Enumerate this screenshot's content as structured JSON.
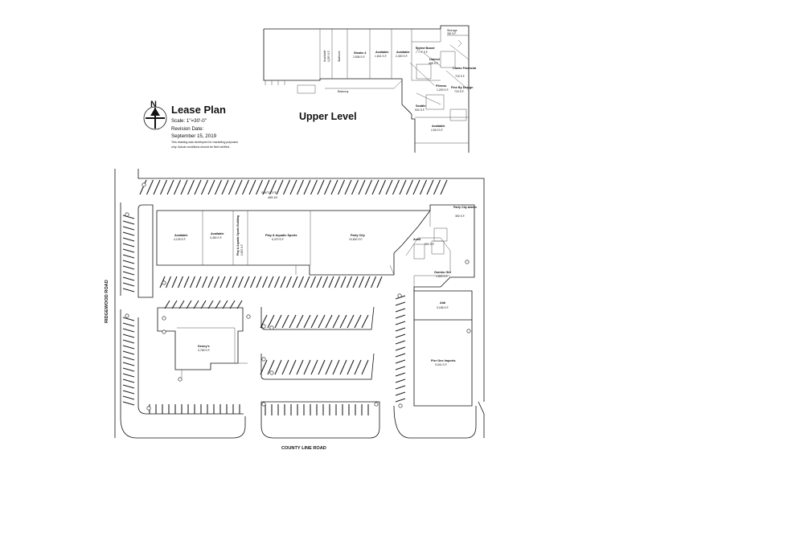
{
  "legend": {
    "north": "N",
    "title": "Lease Plan",
    "scale": "Scale: 1\"=30'-0\"",
    "revision_label": "Revision Date:",
    "revision_date": "September 15, 2019",
    "disclaimer_1": "This drawing was developed   for marketing  purposes",
    "disclaimer_2": "only. Actual conditions should be field verified."
  },
  "upper_level": {
    "label": "Upper Level",
    "balcony": "Balcony",
    "units": [
      {
        "id": "upper-available-1",
        "name": "Available",
        "area": "1,055 S.F."
      },
      {
        "id": "upper-stallions",
        "name": "Stallions",
        "area": ""
      },
      {
        "id": "upper-steaks",
        "name": "Steaks 4",
        "area": "2,836 S.F."
      },
      {
        "id": "upper-available-2",
        "name": "Available",
        "area": "1,841 S.F."
      },
      {
        "id": "upper-available-3",
        "name": "Available",
        "area": "2,400 S.F."
      },
      {
        "id": "upper-styled-board",
        "name": "Styled Board",
        "area": "775 S.F."
      },
      {
        "id": "upper-storage",
        "name": "Storage",
        "area": "300 S.F."
      },
      {
        "id": "upper-uninvd",
        "name": "Uninvd",
        "area": "468 S.F."
      },
      {
        "id": "upper-clarke",
        "name": "Clarke Financial",
        "area": "715 S.F."
      },
      {
        "id": "upper-fitness",
        "name": "Fitness",
        "area": "1,200 S.F."
      },
      {
        "id": "upper-fine-design",
        "name": "Fine By Design",
        "area": "715 S.F."
      },
      {
        "id": "upper-seattle",
        "name": "Seattle",
        "area": "932 S.F."
      },
      {
        "id": "upper-available-4",
        "name": "Available",
        "area": "2,813 S.F."
      }
    ]
  },
  "ground_level": {
    "bearing": "S89°31'0\"E",
    "bearing_dist": "465.16'",
    "units": [
      {
        "id": "unit-available-a",
        "name": "Available",
        "area": "4,125 S.F."
      },
      {
        "id": "unit-available-b",
        "name": "Available",
        "area": "3,450 S.F."
      },
      {
        "id": "unit-play-aquatic-rotated",
        "name": "Play & Aquatic Sports Building",
        "area": "1,505 S.F."
      },
      {
        "id": "unit-play-aquatic",
        "name": "Play & Aquatic Sports",
        "area": "6,370 S.F."
      },
      {
        "id": "unit-party-city",
        "name": "Party City",
        "area": "10,600 S.F."
      },
      {
        "id": "unit-party-city-admin",
        "name": "Party City Admin",
        "area": "350 S.F."
      },
      {
        "id": "unit-avail-small",
        "name": "Avail.",
        "area": ""
      },
      {
        "id": "unit-dd",
        "name": "",
        "area": "890 S.F."
      },
      {
        "id": "unit-gumbo",
        "name": "Gumbo Girl",
        "area": "1,800 S.F."
      },
      {
        "id": "unit-aldi",
        "name": "Aldi",
        "area": "3,156 S.F."
      },
      {
        "id": "unit-pier-one",
        "name": "Pier One Imports",
        "area": "9,041 S.F."
      },
      {
        "id": "unit-dennys",
        "name": "Denny's",
        "area": "3,765 S.F."
      }
    ]
  },
  "roads": {
    "west": "RIDGEWOOD ROAD",
    "south": "COUNTY LINE ROAD"
  }
}
